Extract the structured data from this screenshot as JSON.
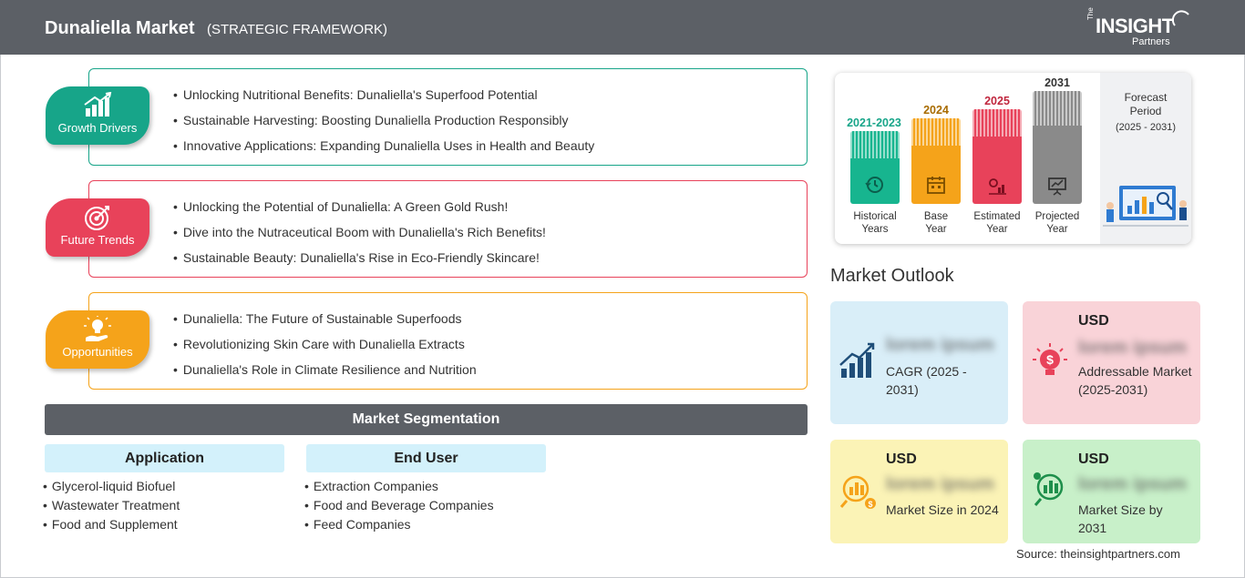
{
  "header": {
    "title": "Dunaliella Market",
    "subtitle": "(STRATEGIC FRAMEWORK)",
    "logo": {
      "the": "The",
      "insight": "INSIGHT",
      "partners": "Partners"
    }
  },
  "framework": [
    {
      "label": "Growth Drivers",
      "color": "#17a589",
      "icon": "bar-chart-icon",
      "items": [
        "Unlocking Nutritional Benefits: Dunaliella's Superfood Potential",
        "Sustainable Harvesting: Boosting Dunaliella Production Responsibly",
        "Innovative Applications: Expanding Dunaliella Uses in Health and Beauty"
      ]
    },
    {
      "label": "Future Trends",
      "color": "#e8425a",
      "icon": "target-icon",
      "items": [
        "Unlocking the Potential of Dunaliella: A Green Gold Rush!",
        "Dive into the Nutraceutical Boom with Dunaliella's Rich Benefits!",
        "Sustainable Beauty: Dunaliella's Rise in Eco-Friendly Skincare!"
      ]
    },
    {
      "label": "Opportunities",
      "color": "#f5a31a",
      "icon": "lightbulb-hand-icon",
      "items": [
        "Dunaliella: The Future of Sustainable Superfoods",
        "Revolutionizing Skin Care with Dunaliella Extracts",
        "Dunaliella's Role in Climate Resilience and Nutrition"
      ]
    }
  ],
  "segmentation": {
    "title": "Market Segmentation",
    "groups": [
      {
        "title": "Application",
        "items": [
          "Glycerol-liquid Biofuel",
          "Wastewater Treatment",
          "Food and Supplement"
        ]
      },
      {
        "title": "End User",
        "items": [
          "Extraction Companies",
          "Food and Beverage Companies",
          "Feed Companies"
        ]
      }
    ]
  },
  "timeline": {
    "bars": [
      {
        "year": "2021-2023",
        "label_line1": "Historical",
        "label_line2": "Years",
        "color": "#17b58f",
        "year_color": "#17a589",
        "icon": "history-icon"
      },
      {
        "year": "2024",
        "label_line1": "Base",
        "label_line2": "Year",
        "color": "#f5a31a",
        "year_color": "#a86b00",
        "icon": "calendar-icon"
      },
      {
        "year": "2025",
        "label_line1": "Estimated",
        "label_line2": "Year",
        "color": "#e8425a",
        "year_color": "#c0263d",
        "icon": "gears-chart-icon"
      },
      {
        "year": "2031",
        "label_line1": "Projected",
        "label_line2": "Year",
        "color": "#8a8a8a",
        "year_color": "#333333",
        "icon": "presentation-icon"
      }
    ],
    "forecast_title_line1": "Forecast",
    "forecast_title_line2": "Period",
    "forecast_range": "(2025 - 2031)"
  },
  "outlook": {
    "title": "Market Outlook",
    "cards": [
      {
        "usd": "",
        "value": "lorem ipsum",
        "desc": "CAGR (2025 - 2031)",
        "bg": "#d9eef8",
        "icon": "growth-chart-icon"
      },
      {
        "usd": "USD",
        "value": "lorem ipsum",
        "desc": "Addressable Market (2025-2031)",
        "bg": "#f9d3d8",
        "icon": "dollar-bulb-icon"
      },
      {
        "usd": "USD",
        "value": "lorem ipsum",
        "desc": "Market Size in 2024",
        "bg": "#fbf3b6",
        "icon": "dollar-chart-icon"
      },
      {
        "usd": "USD",
        "value": "lorem ipsum",
        "desc": "Market Size by 2031",
        "bg": "#c8f0c9",
        "icon": "bar-growth-icon"
      }
    ]
  },
  "source": "Source: theinsightpartners.com"
}
